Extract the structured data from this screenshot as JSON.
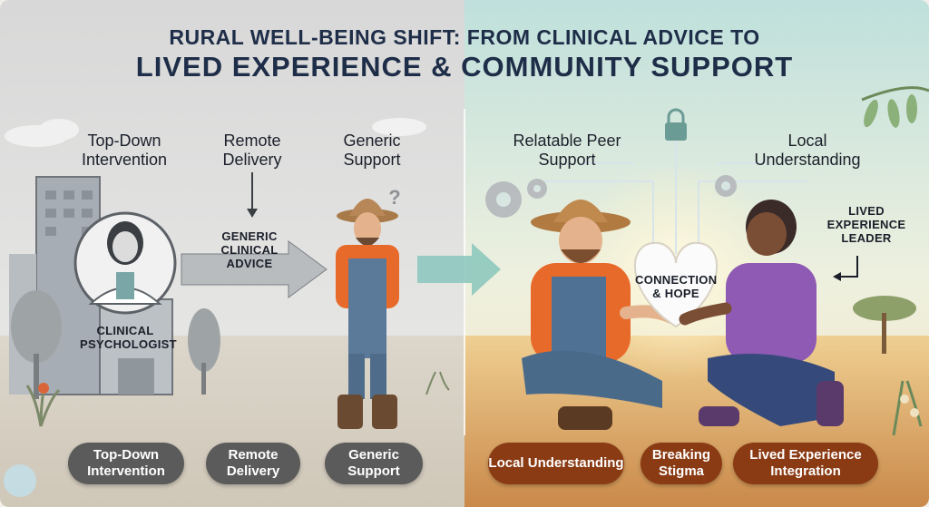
{
  "title": {
    "line1": "RURAL WELL-BEING SHIFT: FROM CLINICAL ADVICE TO",
    "line2": "LIVED EXPERIENCE & COMMUNITY SUPPORT"
  },
  "left": {
    "labels": {
      "top_down": "Top-Down Intervention",
      "remote": "Remote Delivery",
      "generic": "Generic Support"
    },
    "advice_arrow": "GENERIC CLINICAL ADVICE",
    "psychologist": "CLINICAL PSYCHOLOGIST",
    "question_mark": "?",
    "pills": [
      "Top-Down Intervention",
      "Remote Delivery",
      "Generic Support"
    ]
  },
  "right": {
    "labels": {
      "peer": "Relatable Peer Support",
      "local": "Local Understanding",
      "leader": "LIVED EXPERIENCE LEADER"
    },
    "heart": "CONNECTION & HOPE",
    "pills": [
      "Local Understanding",
      "Breaking Stigma",
      "Lived Experience Integration"
    ]
  },
  "colors": {
    "left_bg": "#e4e4e2",
    "right_bg": "#d9ebe4",
    "ground_right": "#d9a45e",
    "pill_gray": "#5b5b5b",
    "pill_brown": "#8a3b14",
    "title": "#1e2d48"
  },
  "icons": [
    "building-icon",
    "person-icon",
    "gear-icon",
    "lock-icon",
    "heart-icon",
    "arrow-right-icon",
    "arrow-down-icon",
    "plant-icon",
    "tree-icon"
  ]
}
